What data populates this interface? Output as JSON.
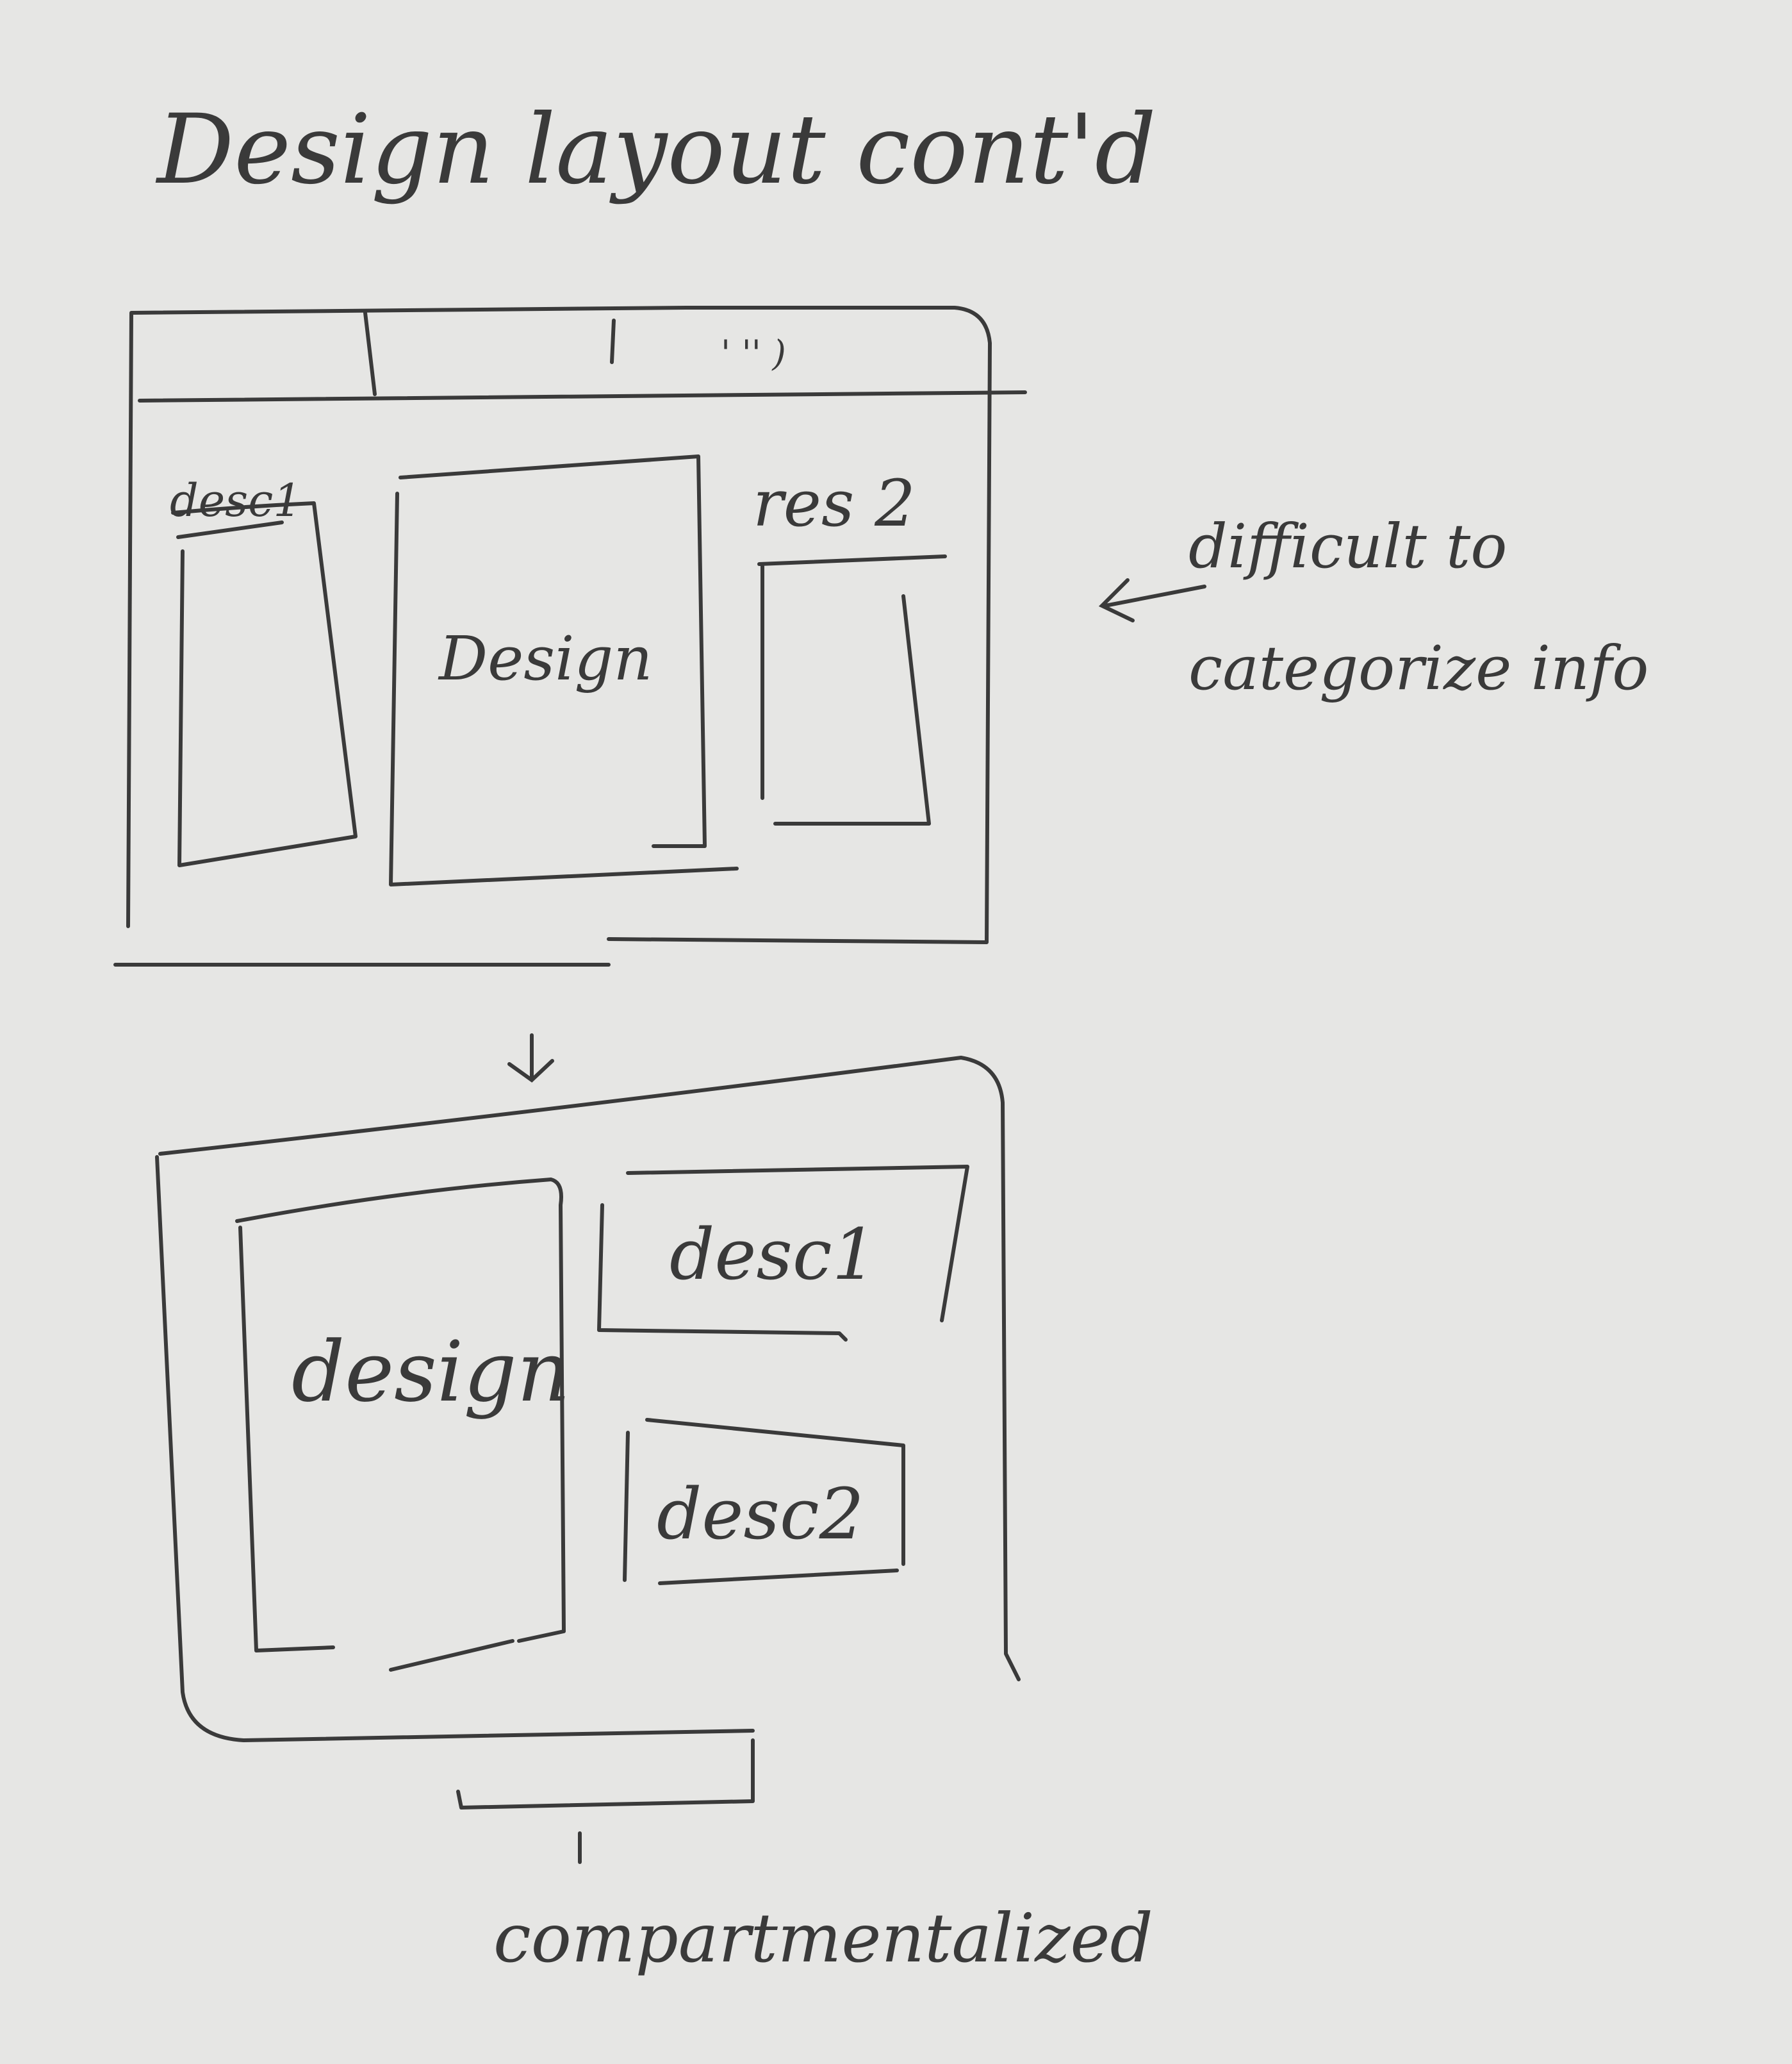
{
  "title": "Design layout cont'd",
  "sketch_top": {
    "tab_marks": "' '' )",
    "panel_left_label": "desc1",
    "panel_center_label": "Design",
    "panel_right_label": "res 2"
  },
  "annotation_right": {
    "line1": "difficult to",
    "line2": "categorize info"
  },
  "sketch_bottom": {
    "panel_left_label": "design",
    "panel_top_right_label": "desc1",
    "panel_bottom_right_label": "desc2"
  },
  "annotation_bottom": "compartmentalized",
  "colors": {
    "paper": "#e6e6e4",
    "pencil": "#3a3a3a"
  }
}
